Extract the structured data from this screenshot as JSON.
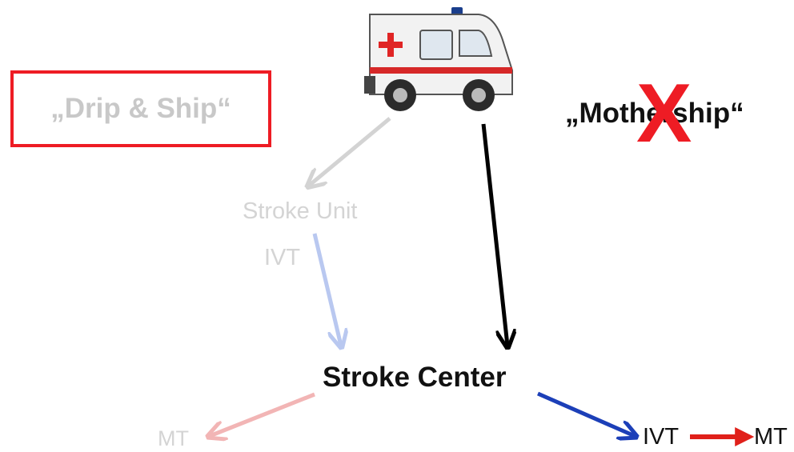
{
  "diagram": {
    "strategy_left": "„Drip & Ship“",
    "strategy_right": "„Mothership“",
    "cross_mark": "X",
    "stroke_unit": "Stroke Unit",
    "ivt_stroke_unit": "IVT",
    "stroke_center": "Stroke Center",
    "mt_left": "MT",
    "ivt_right": "IVT",
    "mt_right": "MT"
  },
  "colors": {
    "highlight_red": "#ee1c24",
    "faded_gray": "#c8c8c8",
    "faded_blue": "#b9c8f0",
    "faded_red": "#f2b5b5",
    "arrow_black": "#000000",
    "arrow_blue": "#1c3fb8",
    "arrow_red": "#e0201a"
  },
  "icons": {
    "vehicle": "ambulance-icon"
  }
}
